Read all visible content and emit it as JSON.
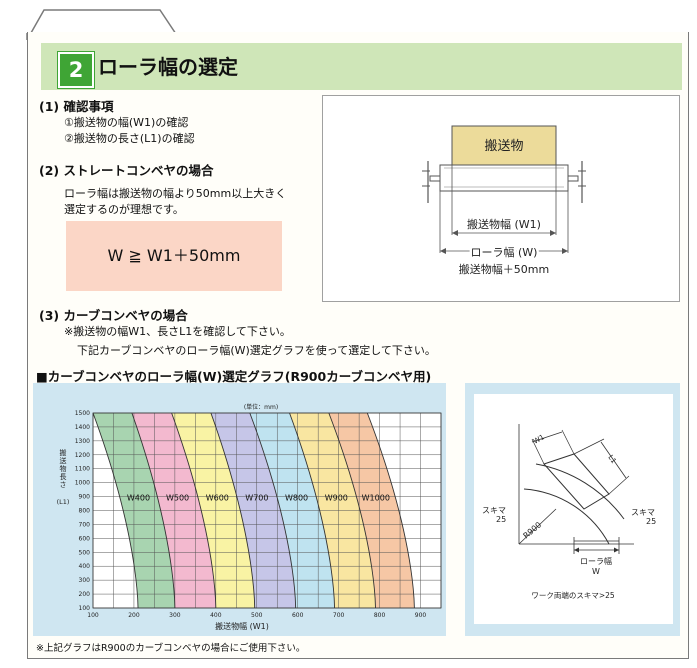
{
  "section": {
    "number": "2",
    "title": "ローラ幅の選定"
  },
  "confirm": {
    "heading": "(1) 確認事項",
    "item1": "①搬送物の幅(W1)の確認",
    "item2": "②搬送物の長さ(L1)の確認"
  },
  "straight": {
    "heading": "(2) ストレートコンベヤの場合",
    "line1": "ローラ幅は搬送物の幅より50mm以上大きく",
    "line2": "選定するのが理想です。",
    "formula": "W ≧ W1＋50mm"
  },
  "diagram": {
    "load_label": "搬送物",
    "w1_label": "搬送物幅 (W1)",
    "w_label": "ローラ幅 (W)",
    "sum_label": "搬送物幅＋50mm"
  },
  "curve_section": {
    "heading": "(3) カーブコンベヤの場合",
    "line1": "※搬送物の幅W1、長さL1を確認して下さい。",
    "line2": "下記カーブコンベヤのローラ幅(W)選定グラフを使って選定して下さい。"
  },
  "graph_title": "■カーブコンベヤのローラ幅(W)選定グラフ(R900カーブコンベヤ用)",
  "chart_data": {
    "type": "area",
    "unit_note": "(単位：mm)",
    "xlabel": "搬送物幅 (W1)",
    "ylabel": "搬送物長さ (L1)",
    "xlim": [
      100,
      950
    ],
    "ylim": [
      100,
      1500
    ],
    "x_ticks": [
      100,
      200,
      300,
      400,
      500,
      600,
      700,
      800,
      900
    ],
    "y_ticks": [
      100,
      200,
      300,
      400,
      500,
      600,
      700,
      800,
      900,
      1000,
      1100,
      1200,
      1300,
      1400,
      1500
    ],
    "series": [
      {
        "name": "W400",
        "color": "#a8d4b0",
        "x_at_l1_100": 210,
        "x_at_l1_1500": 100
      },
      {
        "name": "W500",
        "color": "#f3b9cf",
        "x_at_l1_100": 300,
        "x_at_l1_1500": 195
      },
      {
        "name": "W600",
        "color": "#f9f3a4",
        "x_at_l1_100": 400,
        "x_at_l1_1500": 292
      },
      {
        "name": "W700",
        "color": "#c6c6e8",
        "x_at_l1_100": 495,
        "x_at_l1_1500": 388
      },
      {
        "name": "W800",
        "color": "#bfe3f0",
        "x_at_l1_100": 595,
        "x_at_l1_1500": 483
      },
      {
        "name": "W900",
        "color": "#f9e6a1",
        "x_at_l1_100": 690,
        "x_at_l1_1500": 580
      },
      {
        "name": "W1000",
        "color": "#f6c7a5",
        "x_at_l1_100": 790,
        "x_at_l1_1500": 676
      }
    ],
    "last_boundary": {
      "x_at_l1_100": 885,
      "x_at_l1_1500": 770
    }
  },
  "curve_diagram": {
    "w1": "W1",
    "l1": "L1",
    "clearance_left": "スキマ",
    "clearance_left_val": "25",
    "clearance_right": "スキマ",
    "clearance_right_val": "25",
    "radius": "R900",
    "roller_width": "ローラ幅",
    "roller_w": "W",
    "caption": "ワーク両端のスキマ>25"
  },
  "footnote": "※上記グラフはR900のカーブコンベヤの場合にご使用下さい。"
}
